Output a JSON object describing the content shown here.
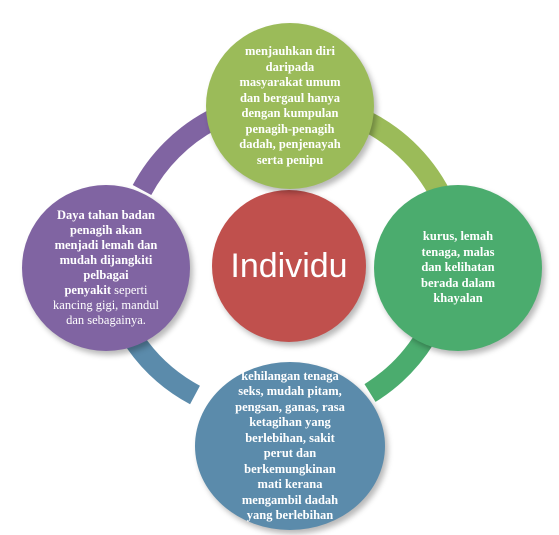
{
  "colors": {
    "top": "#9bbb59",
    "right": "#4bac6e",
    "bottom": "#5b8bab",
    "left": "#8064a2",
    "center": "#c0504d",
    "ring_top_right": "#9bbb59",
    "ring_right_bottom": "#4bac6e",
    "ring_bottom_left": "#5b8bab",
    "ring_left_top": "#8064a2"
  },
  "center": {
    "label": "Individu"
  },
  "top": {
    "text": "menjauhkan diri\ndaripada\nmasyarakat umum\ndan bergaul hanya\ndengan kumpulan\npenagih-penagih\ndadah, penjenayah\nserta penipu"
  },
  "right": {
    "text": "kurus, lemah\ntenaga, malas\ndan kelihatan\nberada dalam\nkhayalan"
  },
  "bottom": {
    "text": "kehilangan tenaga\nseks, mudah pitam,\npengsan, ganas, rasa\nketagihan yang\nberlebihan, sakit\nperut dan\nberkemungkinan\nmati kerana\nmengambil dadah\nyang berlebihan"
  },
  "left": {
    "text_bold": "Daya tahan badan\npenagih akan\nmenjadi lemah dan\nmudah dijangkiti\npelbagai\npenyakit",
    "text_normal": " seperti\nkancing gigi, mandul\ndan sebagainya."
  }
}
